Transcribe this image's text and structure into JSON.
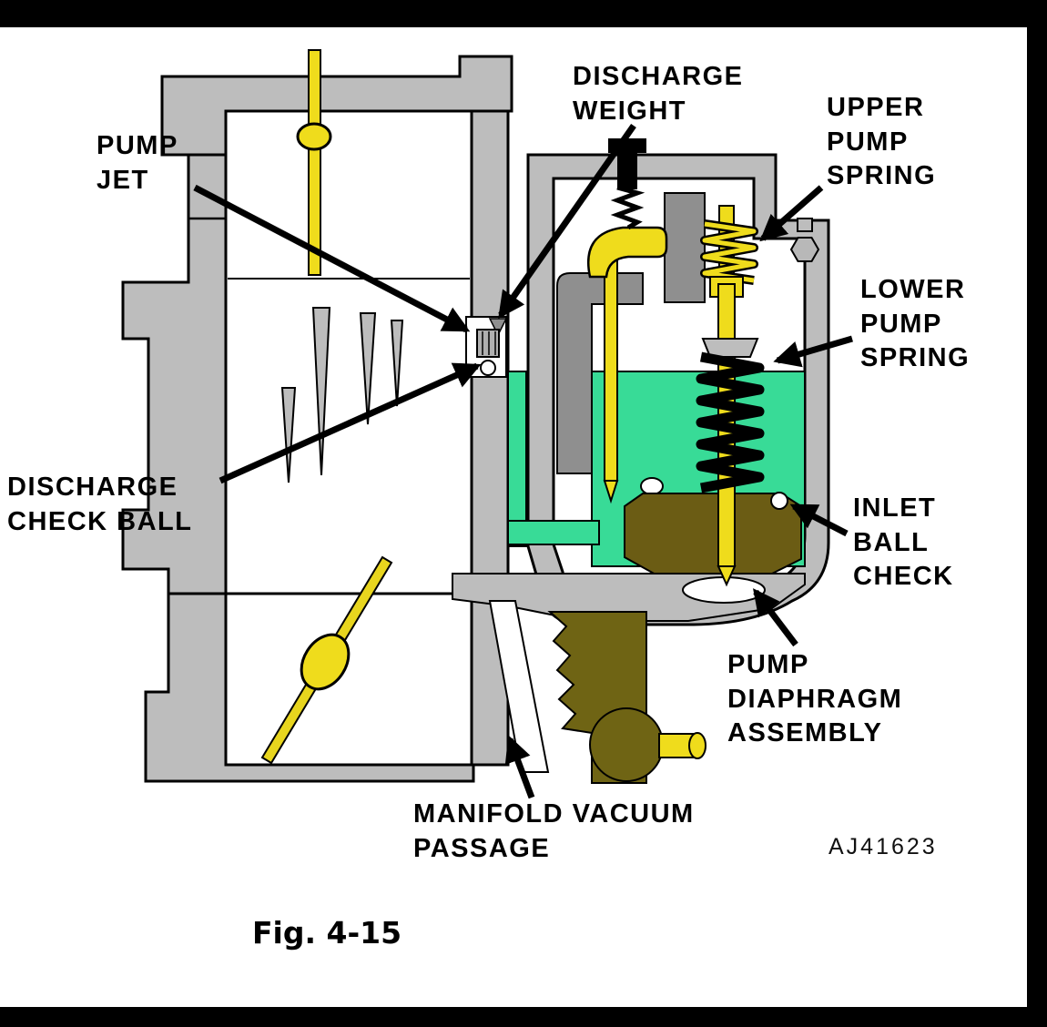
{
  "figure": {
    "caption": "Fig. 4-15",
    "code": "AJ41623"
  },
  "labels": {
    "pump_jet": "PUMP\nJET",
    "discharge_weight": "DISCHARGE\nWEIGHT",
    "upper_pump_spring": "UPPER\nPUMP\nSPRING",
    "lower_pump_spring": "LOWER\nPUMP\nSPRING",
    "discharge_check_ball": "DISCHARGE\nCHECK BALL",
    "inlet_ball_check": "INLET\nBALL\nCHECK",
    "pump_diaphragm_assembly": "PUMP\nDIAPHRAGM\nASSEMBLY",
    "manifold_vacuum_passage": "MANIFOLD VACUUM\nPASSAGE"
  },
  "colors": {
    "metal_gray": "#bdbdbd",
    "dark_passage_gray": "#8f8f8f",
    "fuel_green": "#38db97",
    "part_yellow": "#efdc1c",
    "olive": "#6f6414",
    "housing_olive": "#6b5c14",
    "outline": "#000000",
    "frame": "#000000"
  }
}
